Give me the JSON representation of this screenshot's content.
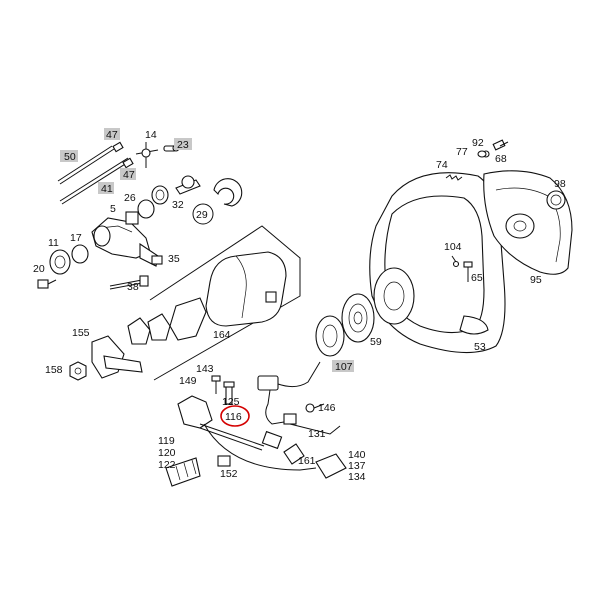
{
  "colors": {
    "background": "#ffffff",
    "line": "#111111",
    "highlight_bg": "#c8c8c8",
    "selected_ring": "#d40000"
  },
  "callouts": {
    "p5": "5",
    "p11": "11",
    "p14": "14",
    "p17": "17",
    "p20": "20",
    "p23": "23",
    "p26": "26",
    "p29": "29",
    "p32": "32",
    "p35": "35",
    "p38": "38",
    "p41": "41",
    "p47a": "47",
    "p47b": "47",
    "p50": "50",
    "p53": "53",
    "p59": "59",
    "p65": "65",
    "p68": "68",
    "p74": "74",
    "p77": "77",
    "p92": "92",
    "p95": "95",
    "p98": "98",
    "p104": "104",
    "p107": "107",
    "p116": "116",
    "p119": "119",
    "p120": "120",
    "p122": "122",
    "p125": "125",
    "p131": "131",
    "p134": "134",
    "p137": "137",
    "p140": "140",
    "p143": "143",
    "p146": "146",
    "p149": "149",
    "p152": "152",
    "p155": "155",
    "p158": "158",
    "p161": "161",
    "p164": "164"
  },
  "highlighted_parts": [
    "47",
    "23",
    "50",
    "41",
    "107"
  ],
  "selected_part": "116",
  "circled_part": "29"
}
